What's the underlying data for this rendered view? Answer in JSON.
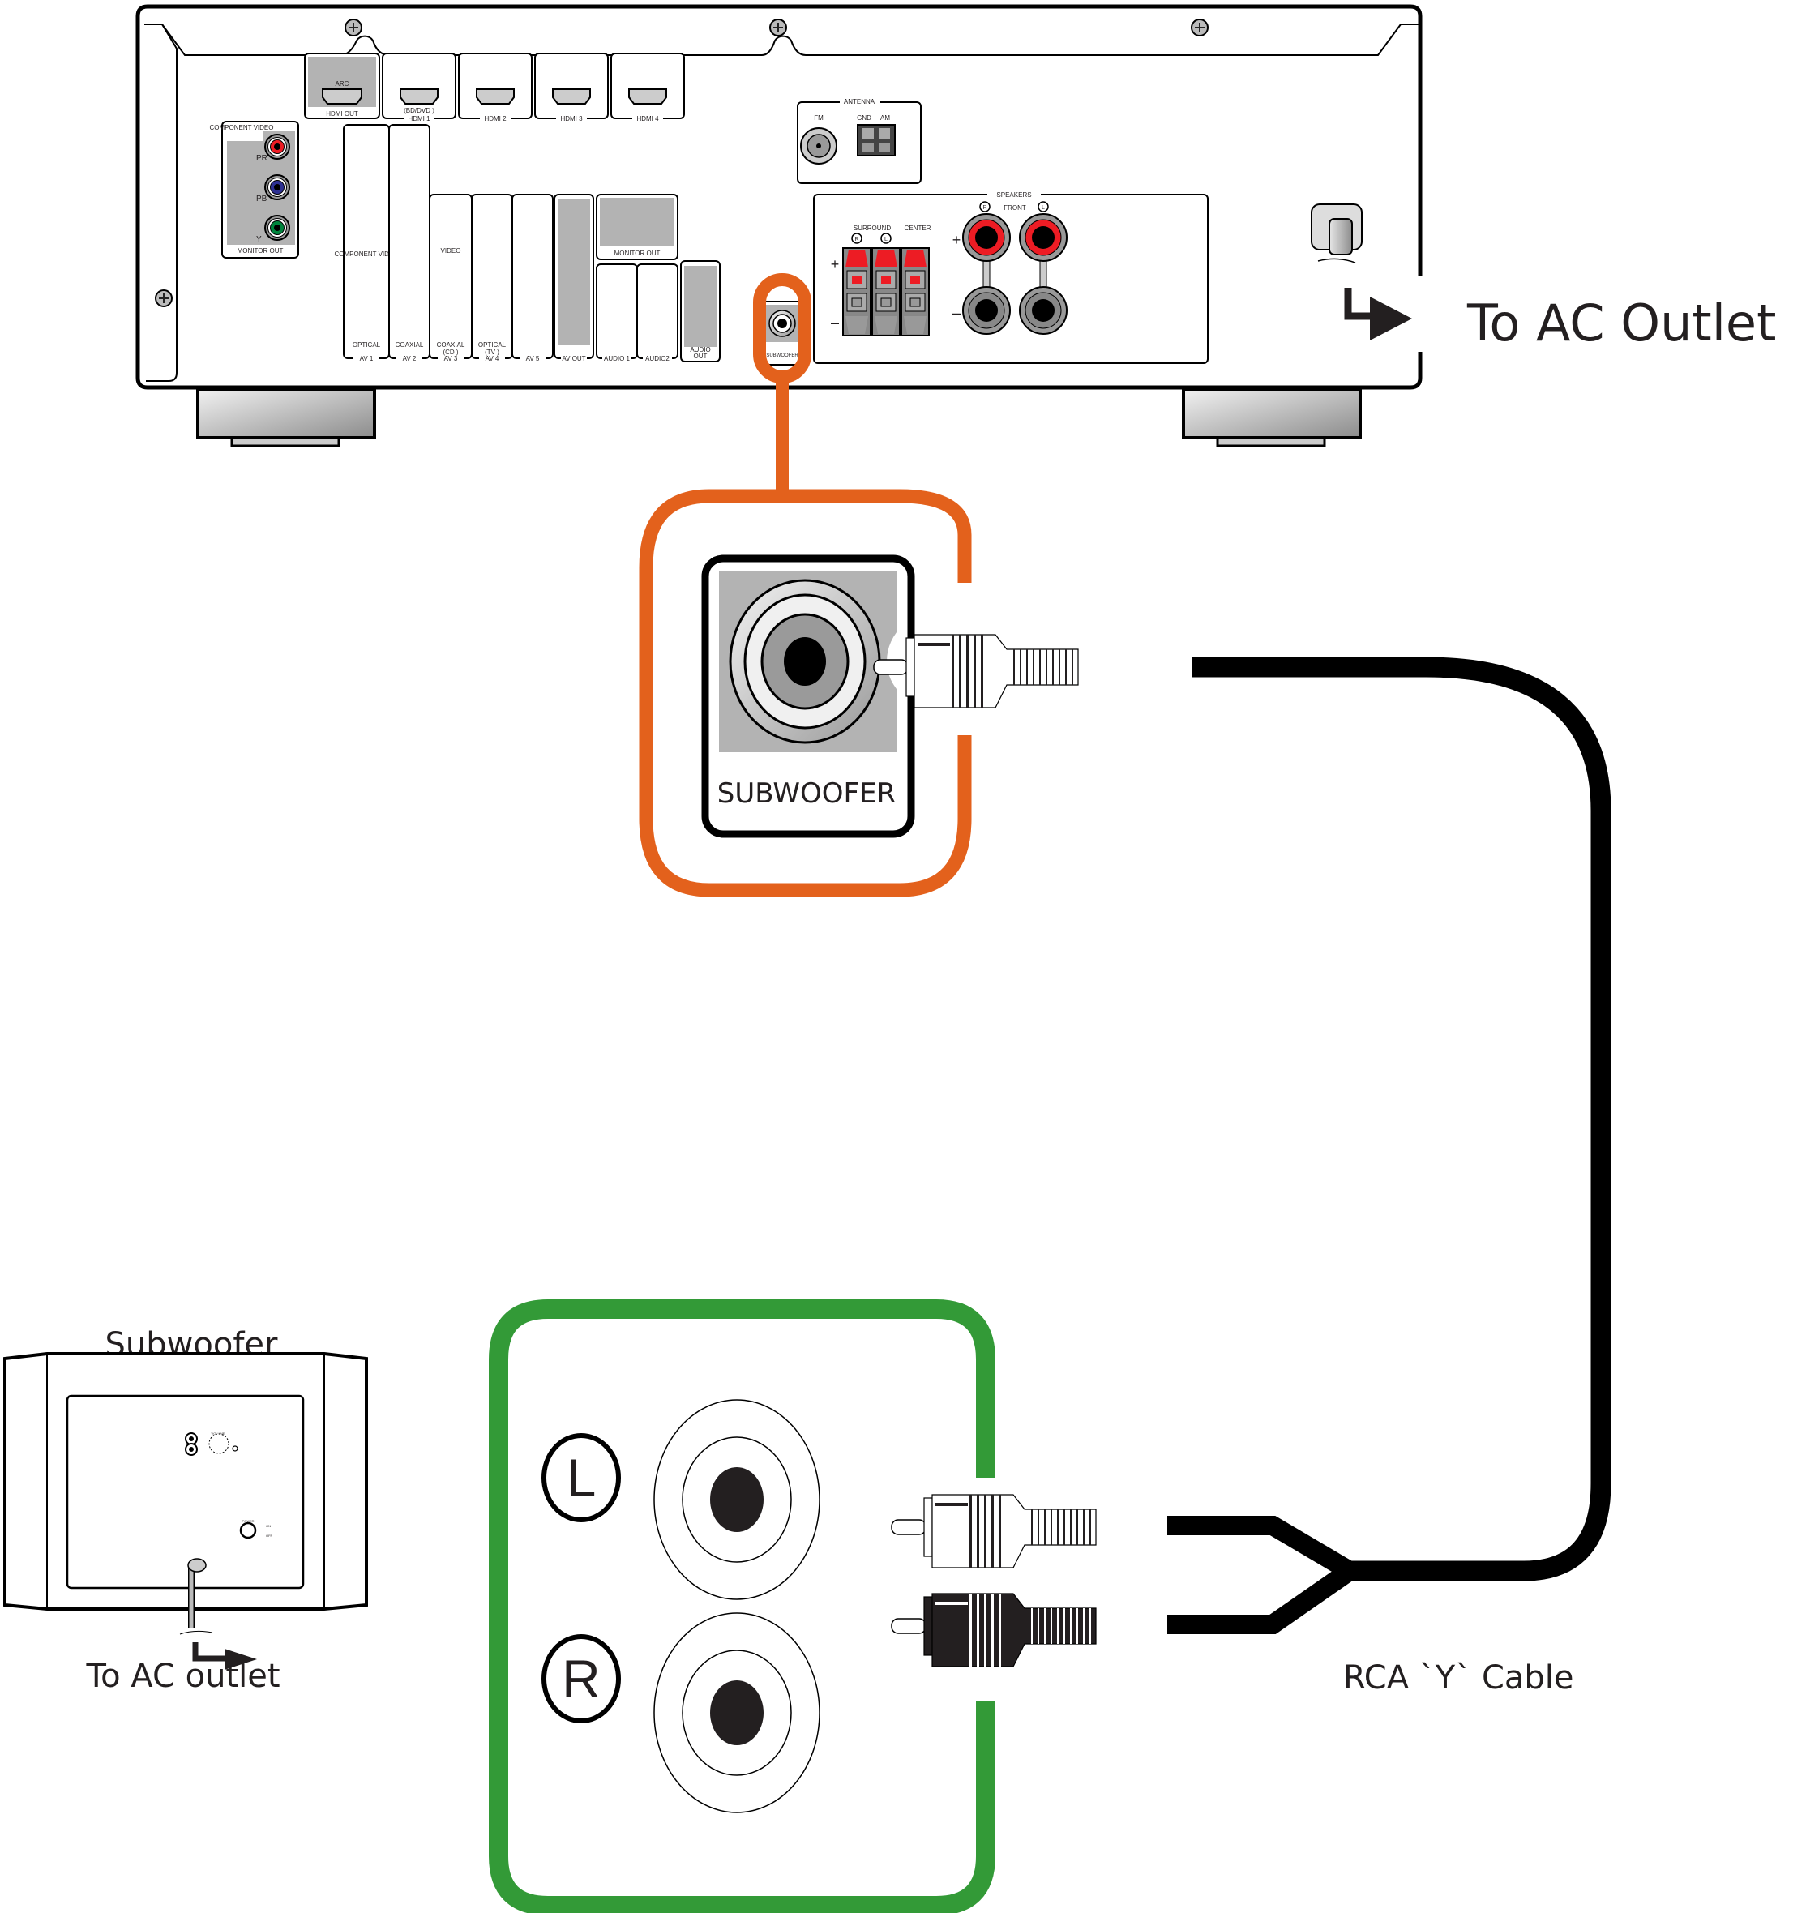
{
  "diagram": {
    "title": "Subwoofer connection to AV receiver",
    "colors": {
      "callout_receiver": "#e3611c",
      "callout_subwoofer": "#339a37",
      "cable": "#000000",
      "jack_red": "#ed1c24",
      "jack_blue": "#2e3192",
      "jack_green": "#00843d",
      "jack_yellow": "#fff200",
      "jack_orange": "#f7941d",
      "panel_gray": "#b3b3b3"
    }
  },
  "receiver": {
    "hdmi": {
      "out_badge": "ARC",
      "out_label": "HDMI  OUT",
      "inputs": [
        {
          "label": "HDMI 1",
          "sublabel": "(BD/DVD )"
        },
        {
          "label": "HDMI 2",
          "sublabel": ""
        },
        {
          "label": "HDMI 3",
          "sublabel": ""
        },
        {
          "label": "HDMI 4",
          "sublabel": ""
        }
      ]
    },
    "component_monitor": {
      "title": "COMPONENT VIDEO",
      "pr": "PR",
      "pb": "PB",
      "y": "Y",
      "footer": "MONITOR OUT"
    },
    "av_groups": [
      {
        "label": "AV 1",
        "caption": "COMPONENT VIDEO",
        "digital": "OPTICAL",
        "digital_sub": ""
      },
      {
        "label": "AV 2",
        "caption": "",
        "digital": "COAXIAL",
        "digital_sub": ""
      },
      {
        "label": "AV 3",
        "caption": "VIDEO",
        "digital": "COAXIAL",
        "digital_sub": "(CD )"
      },
      {
        "label": "AV 4",
        "caption": "",
        "digital": "OPTICAL",
        "digital_sub": "(TV )"
      },
      {
        "label": "AV 5",
        "caption": "",
        "digital": "",
        "digital_sub": ""
      },
      {
        "label": "AV OUT",
        "caption": "",
        "digital": "",
        "digital_sub": ""
      }
    ],
    "component_labels": {
      "pr": "PR",
      "pb": "PB",
      "y": "Y"
    },
    "monitor_out_label": "MONITOR OUT",
    "audio_groups": [
      "AUDIO 1",
      "AUDIO2"
    ],
    "audio_out_label": "AUDIO OUT",
    "lr": {
      "left": "L",
      "right": "R"
    },
    "subwoofer_jack_label": "SUBWOOFER",
    "antenna": {
      "title": "ANTENNA",
      "fm": "FM",
      "gnd": "GND",
      "am": "AM"
    },
    "speakers": {
      "title": "SPEAKERS",
      "front": "FRONT",
      "surround": "SURROUND",
      "center": "CENTER",
      "plus": "+",
      "minus": "–",
      "right": "R",
      "left": "L"
    },
    "ac_caption": "To AC Outlet"
  },
  "callout_receiver": {
    "label": "SUBWOOFER"
  },
  "callout_subwoofer": {
    "left_label": "L",
    "right_label": "R"
  },
  "cable": {
    "label": "RCA `Y` Cable"
  },
  "subwoofer_unit": {
    "title": "Subwoofer",
    "volume_label": "VOLUME",
    "power_label": "POWER",
    "on_label": "ON",
    "off_label": "OFF",
    "ac_caption": "To AC outlet"
  }
}
